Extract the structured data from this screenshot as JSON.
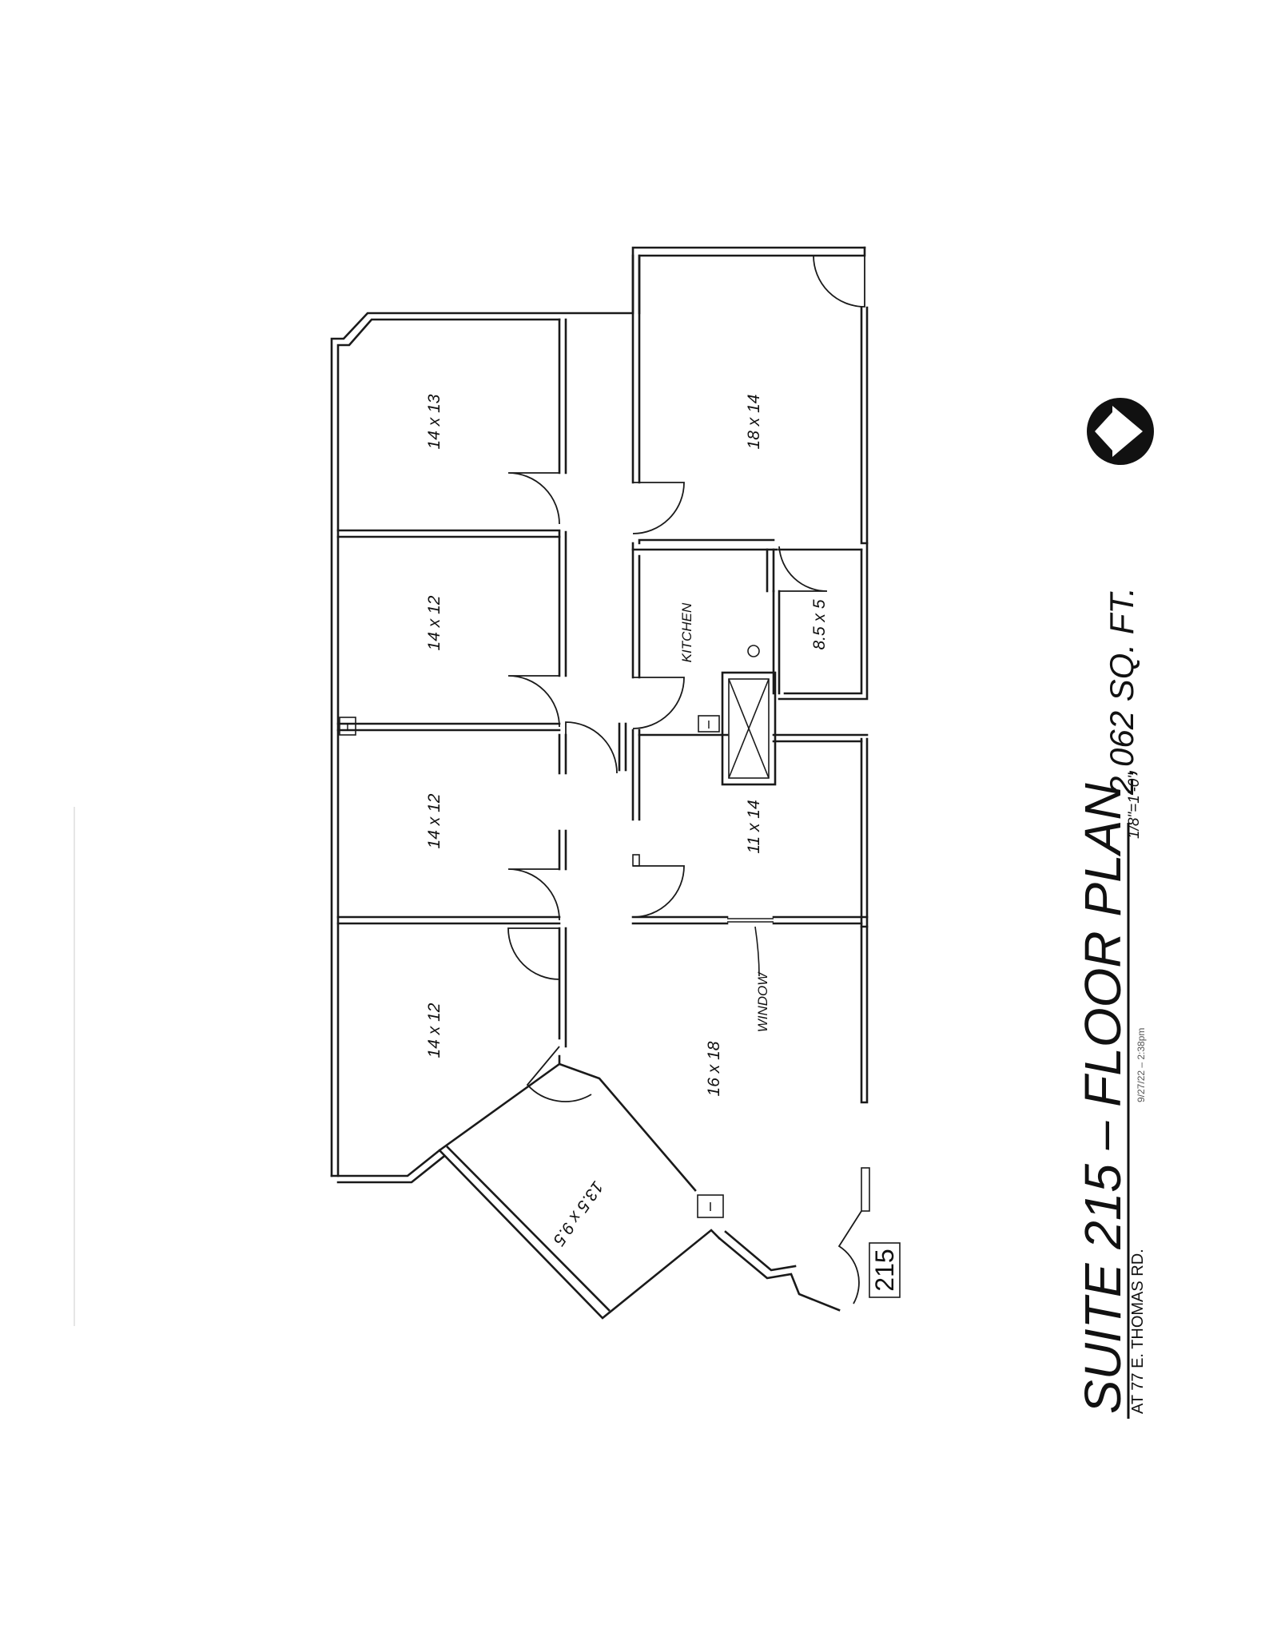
{
  "plan": {
    "title": "SUITE 215 – FLOOR PLAN",
    "address": "AT 77 E. THOMAS RD.",
    "scale": "1/8\"=1'-0\"",
    "area": "2,062 SQ. FT.",
    "timestamp": "9/27/22  –   2:38pm",
    "suite_marker": "215",
    "logo_icon": "north-arrow-icon"
  },
  "rooms": {
    "office_a": "14 x 13",
    "office_b": "14 x 12",
    "office_c": "14 x 12",
    "office_d": "14 x 12",
    "office_e": "18 x 14",
    "kitchen": "KITCHEN",
    "closet": "8.5 x 5",
    "office_f": "11 x 14",
    "reception": "16 x 18",
    "office_g": "13.5 x 9.5",
    "window_label": "WINDOW"
  }
}
